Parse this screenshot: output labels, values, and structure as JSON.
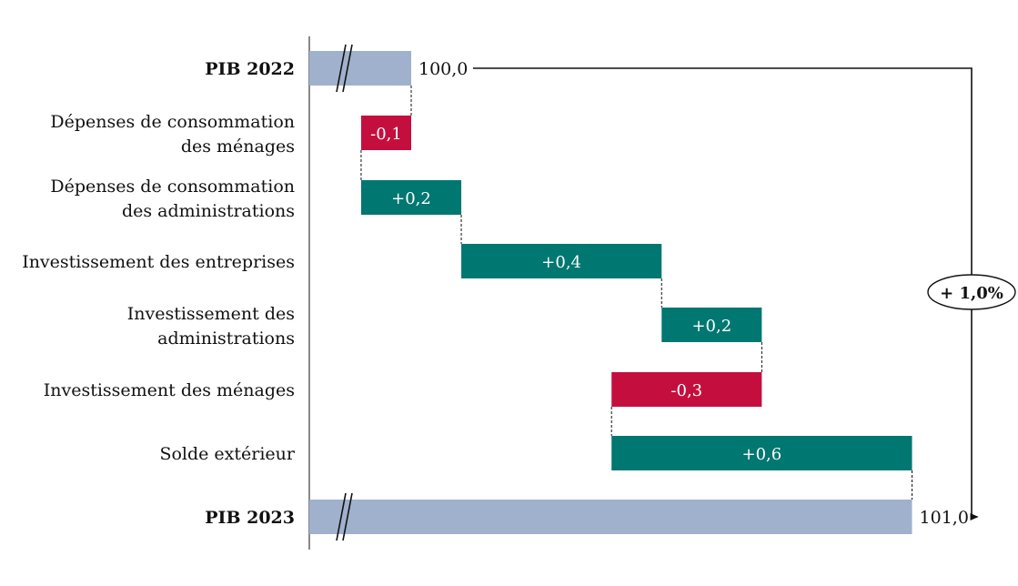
{
  "chart_data": {
    "type": "waterfall",
    "start": {
      "label": "PIB 2022",
      "value": "100,0"
    },
    "end": {
      "label": "PIB 2023",
      "value": "101,0"
    },
    "steps": [
      {
        "label": [
          "Dépenses de consommation",
          "des ménages"
        ],
        "value": -0.1,
        "text": "-0,1"
      },
      {
        "label": [
          "Dépenses de consommation",
          "des administrations"
        ],
        "value": 0.2,
        "text": "+0,2"
      },
      {
        "label": [
          "Investissement des entreprises"
        ],
        "value": 0.4,
        "text": "+0,4"
      },
      {
        "label": [
          "Investissement des",
          "administrations"
        ],
        "value": 0.2,
        "text": "+0,2"
      },
      {
        "label": [
          "Investissement des ménages"
        ],
        "value": -0.3,
        "text": "-0,3"
      },
      {
        "label": [
          "Solde extérieur"
        ],
        "value": 0.6,
        "text": "+0,6"
      }
    ],
    "total_change": "+ 1,0%",
    "colors": {
      "base": "#a0b1cd",
      "positive": "#007770",
      "negative": "#c40f3e"
    },
    "axis_break": true
  }
}
